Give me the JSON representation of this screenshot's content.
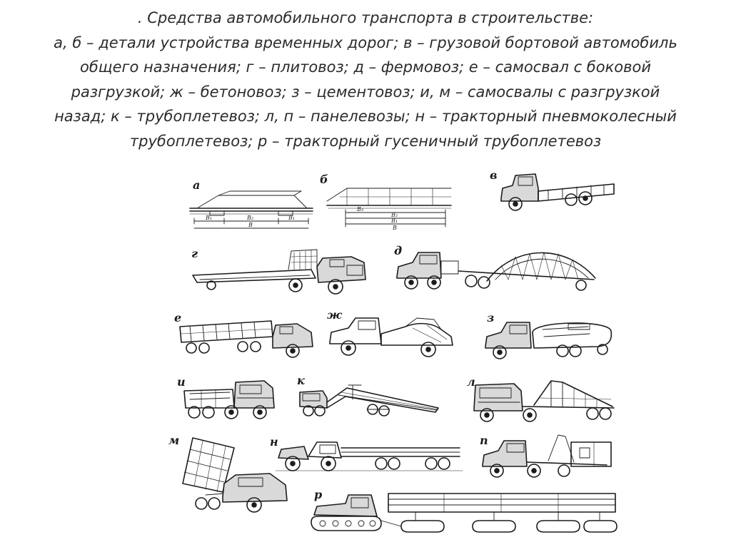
{
  "caption": {
    "lines": [
      ". Средства автомобильного транспорта в строительстве:",
      "а, б – детали устройства временных дорог; в – грузовой бортовой автомобиль",
      "общего назначения; г – плитовоз; д – фермовоз; е – самосвал с боковой",
      "разгрузкой; ж – бетоновоз; з – цементовоз; и, м – самосвалы с разгрузкой",
      "назад; к – трубоплетевоз; л, п – панелевозы; н – тракторный пневмоколесный",
      "трубоплетевоз; р – тракторный гусеничный трубоплетевоз"
    ]
  },
  "figures": {
    "a": {
      "letter": "а",
      "dims": [
        "B₁",
        "B₂",
        "B₁",
        "B"
      ]
    },
    "b": {
      "letter": "б",
      "dims": [
        "B₃",
        "B₂",
        "B₁",
        "B"
      ]
    },
    "v": {
      "letter": "в"
    },
    "g": {
      "letter": "г"
    },
    "d": {
      "letter": "д"
    },
    "e": {
      "letter": "е"
    },
    "zh": {
      "letter": "ж"
    },
    "z": {
      "letter": "з"
    },
    "i": {
      "letter": "и"
    },
    "k": {
      "letter": "к"
    },
    "l": {
      "letter": "л"
    },
    "m": {
      "letter": "м"
    },
    "n": {
      "letter": "н"
    },
    "p": {
      "letter": "п"
    },
    "r": {
      "letter": "р"
    }
  }
}
